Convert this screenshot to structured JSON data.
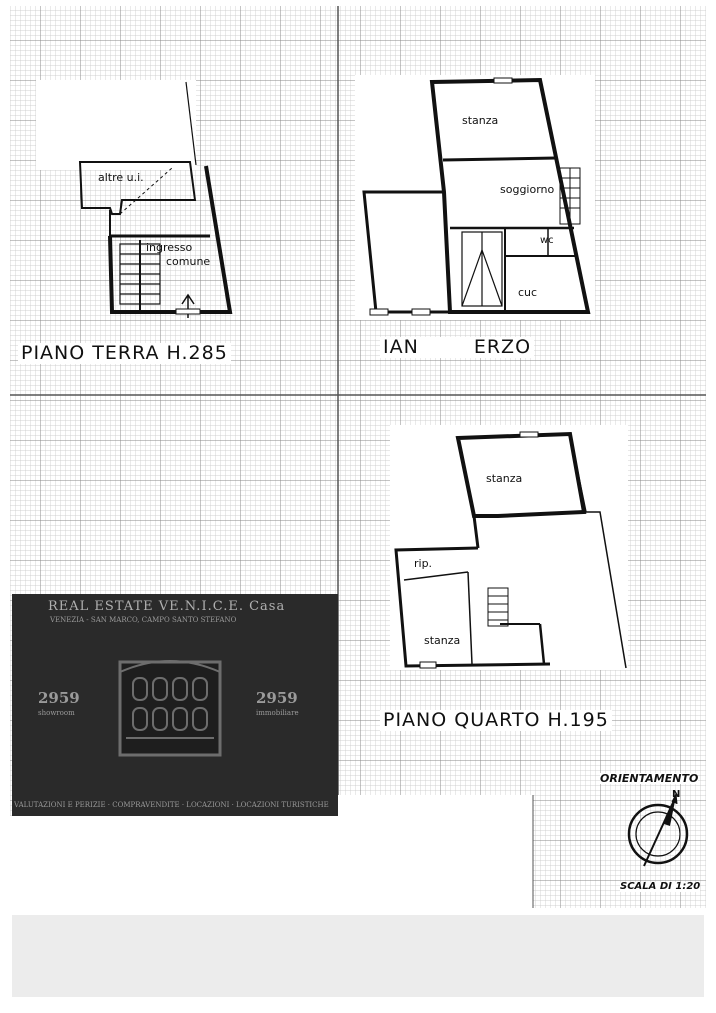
{
  "floors": [
    {
      "title": "PIANO TERRA H.285",
      "rooms": [
        "altre u.i.",
        "ingresso",
        "comune"
      ]
    },
    {
      "title": "IAN ERZO",
      "rooms": [
        "stanza",
        "soggiorno",
        "wc",
        "cuc"
      ]
    },
    {
      "title": "PIANO QUARTO H.195",
      "rooms": [
        "rip.",
        "stanza",
        "stanza"
      ]
    }
  ],
  "banner": {
    "company": "REAL ESTATE VE.N.I.C.E. Casa",
    "address": "VENEZIA - SAN MARCO, CAMPO SANTO STEFANO",
    "left_number": "2959",
    "left_caption": "showroom",
    "right_number": "2959",
    "right_caption": "immobiliare",
    "services": "VALUTAZIONI E PERIZIE · COMPRAVENDITE · LOCAZIONI · LOCAZIONI TURISTICHE"
  },
  "orientation": {
    "label": "ORIENTAMENTO",
    "north": "N"
  },
  "scale": "SCALA DI 1:20",
  "colors": {
    "wall": "#111111",
    "grid": "#b8b8b8",
    "banner": "#2a2a2a",
    "banner_text": "#9a9a9a"
  }
}
